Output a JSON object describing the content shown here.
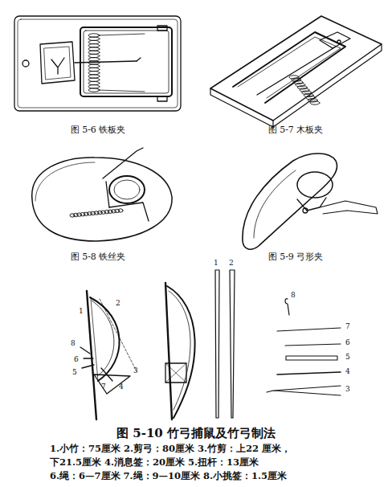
{
  "diagram": {
    "labels": [
      "图 5-6 铁板夹",
      "图 5-7 木板夹",
      "图 5-8 铁丝夹",
      "图 5-9 弓形夹",
      "2",
      "1",
      "8",
      "6",
      "5",
      "7",
      "4",
      "3",
      "1",
      "2",
      "8",
      "7",
      "6",
      "5",
      "4",
      "3",
      "图 5-10 竹弓捕鼠及竹弓制法",
      "1.小竹：75厘米 2.剪弓：80厘米 3.竹剪：上22 厘米，",
      "下21.5厘米 4.消息签：20厘米 5.扭杆：13厘米",
      "6.绳：6—7厘米 7.绳：9—10厘米 8.小挑签：1.5厘米"
    ]
  }
}
